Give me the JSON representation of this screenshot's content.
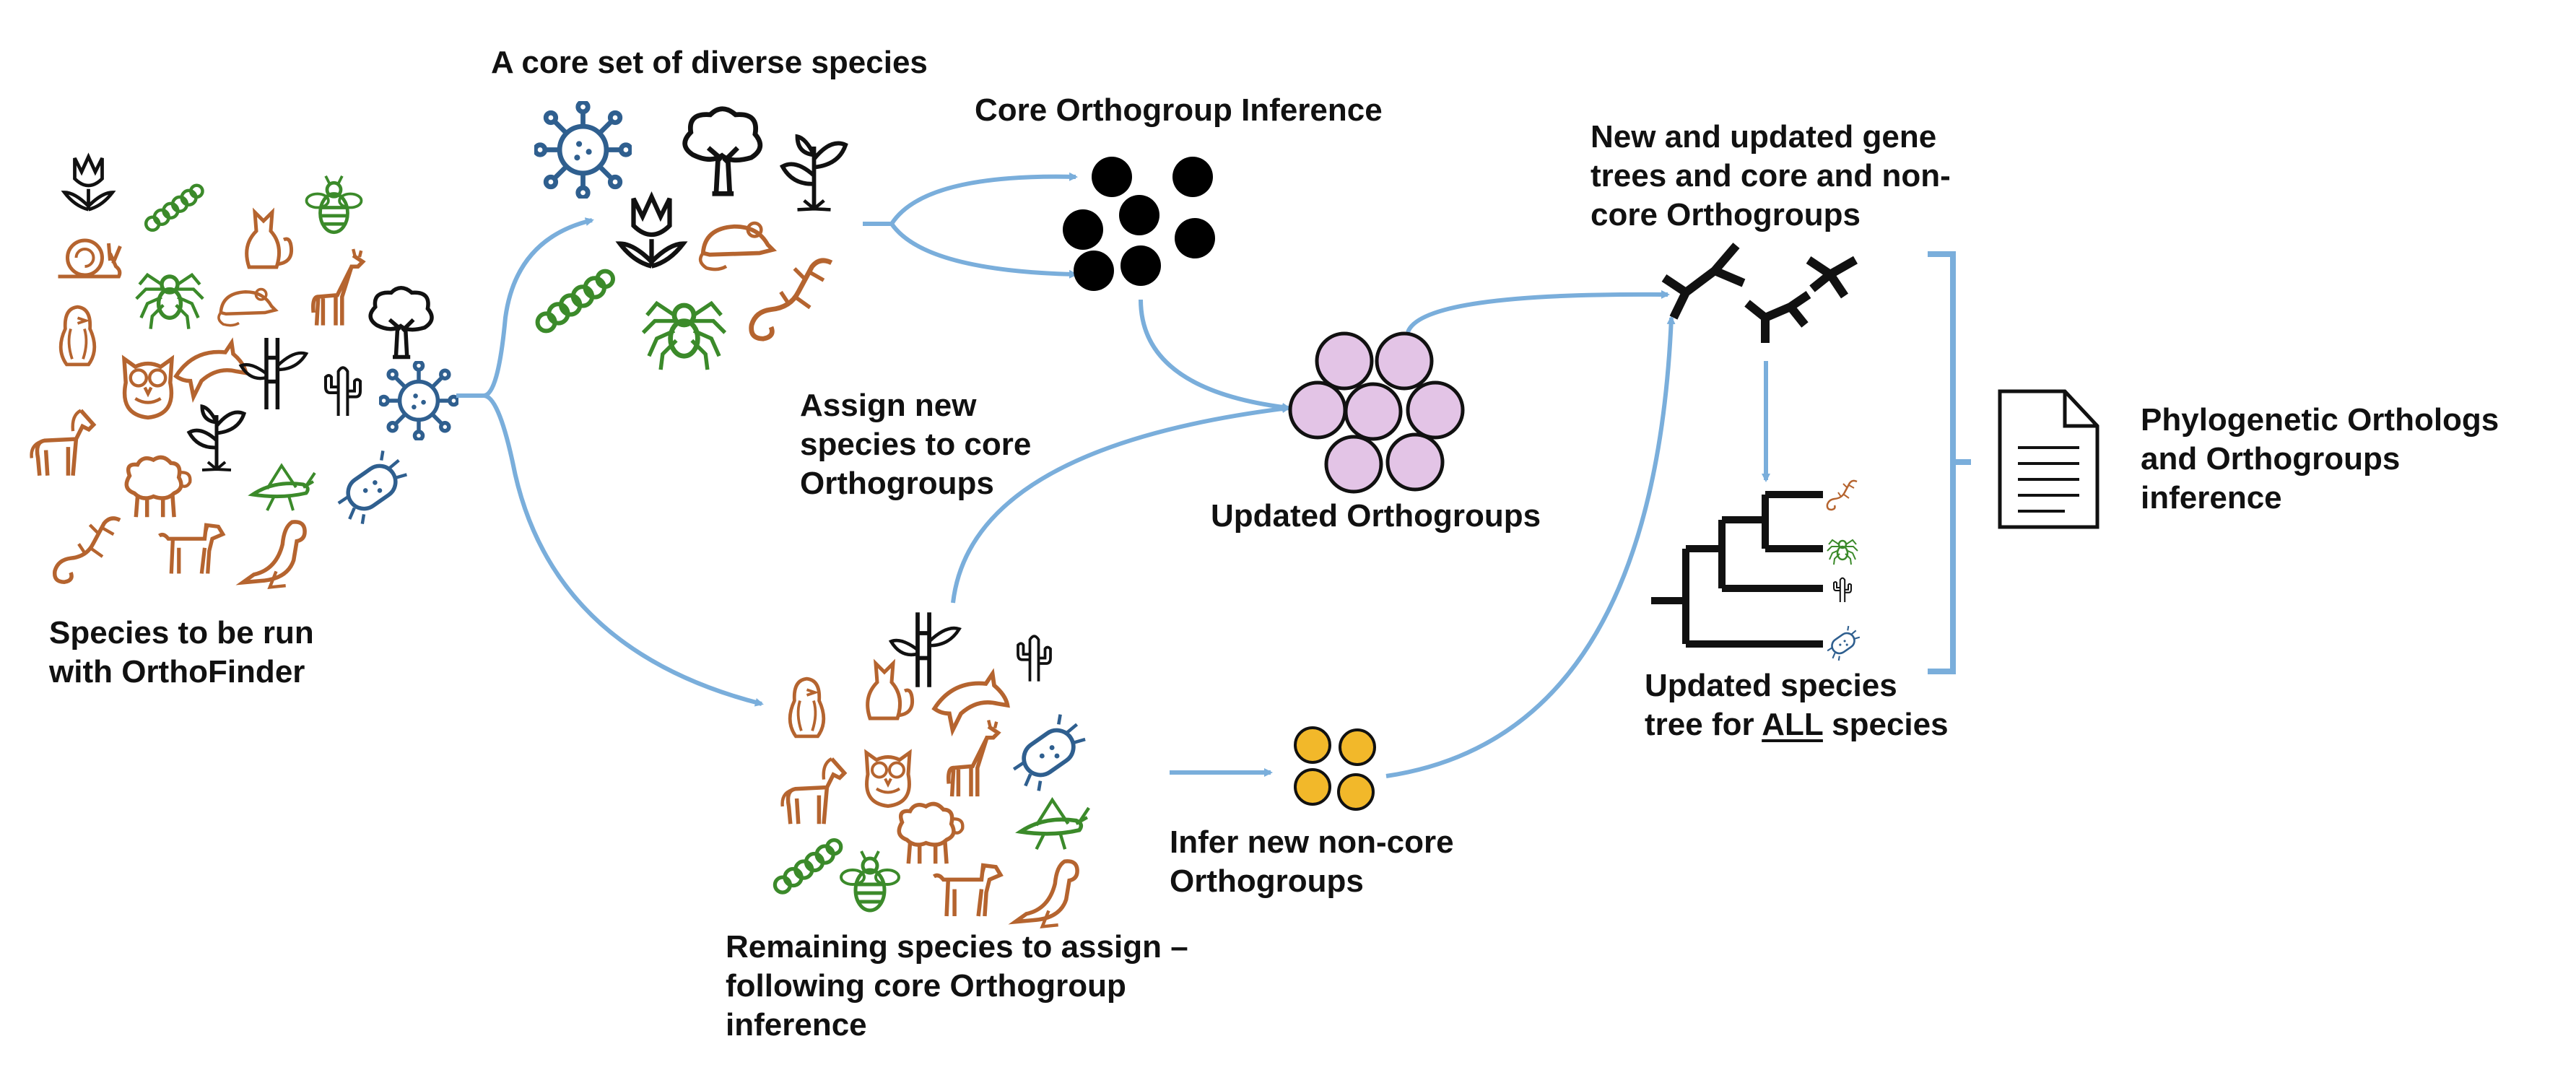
{
  "labels": {
    "species_to_run": [
      "Species to be run",
      "with OrthoFinder"
    ],
    "core_set": "A core set of diverse species",
    "core_inference": "Core Orthogroup Inference",
    "assign_new": [
      "Assign new",
      "species to core",
      "Orthogroups"
    ],
    "updated_orthogroups": "Updated Orthogroups",
    "remaining": [
      "Remaining species to assign –",
      "following core Orthogroup",
      "inference"
    ],
    "infer_noncore": [
      "Infer new non-core",
      "Orthogroups"
    ],
    "gene_trees": [
      "New and updated gene",
      "trees and core and non-",
      "core Orthogroups"
    ],
    "species_tree_line1": "Updated species",
    "species_tree_line2_pre": "tree for ",
    "species_tree_line2_underlined": "ALL",
    "species_tree_line2_post": " species",
    "final": [
      "Phylogenetic Orthologs",
      "and Orthogroups",
      "inference"
    ]
  },
  "icons": [
    "tulip-icon",
    "caterpillar-icon",
    "bee-icon",
    "snail-icon",
    "cat-icon",
    "spider-icon",
    "mouse-icon",
    "giraffe-icon",
    "tree-icon",
    "penguin-icon",
    "owl-icon",
    "dolphin-icon",
    "bamboo-icon",
    "cactus-icon",
    "virus-icon",
    "horse-icon",
    "seedling-icon",
    "sheep-icon",
    "grasshopper-icon",
    "bacterium-icon",
    "lizard-icon",
    "dog-icon",
    "seal-icon",
    "document-icon"
  ],
  "colors": {
    "arrow": "#7aaedb",
    "animal": "#b5642f",
    "plant_insect_green": "#3b8a2a",
    "microbe_blue": "#2f5f8f",
    "black": "#111111",
    "core_orthogroup": "#000000",
    "updated_orthogroup": "#e3c4e6",
    "noncore_orthogroup": "#f2b82a",
    "bracket": "#7aaedb"
  }
}
